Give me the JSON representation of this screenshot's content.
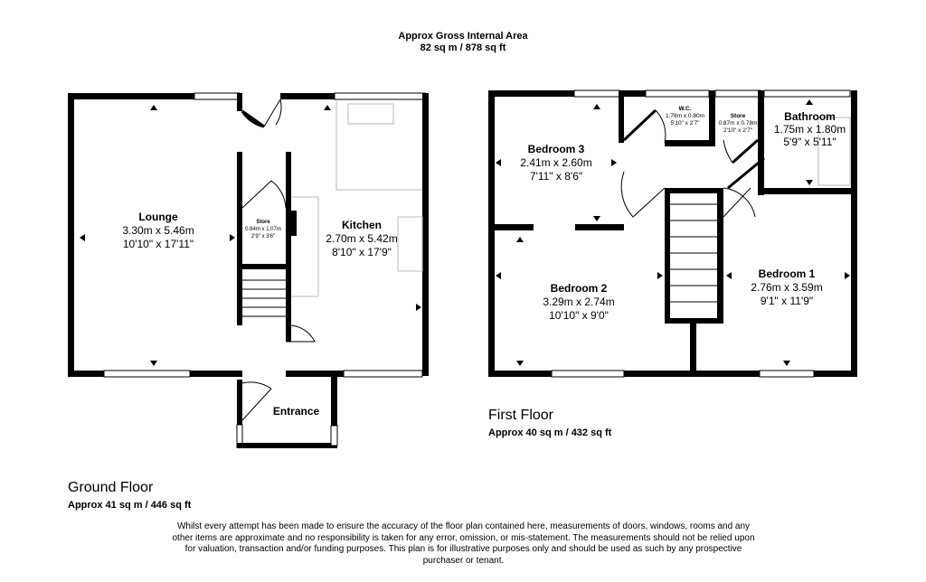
{
  "header": {
    "title": "Approx Gross Internal Area",
    "area": "82 sq m / 878 sq ft"
  },
  "ground_floor": {
    "label": "Ground Floor",
    "area": "Approx 41 sq m / 446 sq ft",
    "rooms": {
      "lounge": {
        "name": "Lounge",
        "metric": "3.30m x 5.46m",
        "imperial": "10'10\" x 17'11\""
      },
      "kitchen": {
        "name": "Kitchen",
        "metric": "2.70m x 5.42m",
        "imperial": "8'10\" x 17'9\""
      },
      "store": {
        "name": "Store",
        "metric": "0.84m x 1.07m",
        "imperial": "2'9\" x 3'6\""
      },
      "entrance": {
        "name": "Entrance"
      }
    }
  },
  "first_floor": {
    "label": "First Floor",
    "area": "Approx 40 sq m / 432 sq ft",
    "rooms": {
      "bedroom3": {
        "name": "Bedroom 3",
        "metric": "2.41m x 2.60m",
        "imperial": "7'11\" x 8'6\""
      },
      "bedroom2": {
        "name": "Bedroom 2",
        "metric": "3.29m x 2.74m",
        "imperial": "10'10\" x 9'0\""
      },
      "bedroom1": {
        "name": "Bedroom 1",
        "metric": "2.76m x 3.59m",
        "imperial": "9'1\" x 11'9\""
      },
      "wc": {
        "name": "W.C.",
        "metric": "1.78m x 0.80m",
        "imperial": "5'10\" x 2'7\""
      },
      "store": {
        "name": "Store",
        "metric": "0.87m x 0.78m",
        "imperial": "2'10\" x 2'7\""
      },
      "bathroom": {
        "name": "Bathroom",
        "metric": "1.75m x 1.80m",
        "imperial": "5'9\" x 5'11\""
      }
    }
  },
  "disclaimer": "Whilst every attempt has been made to ensure the accuracy of the floor plan contained here, measurements of doors, windows, rooms and any other items are approximate and no responsibility is taken for any error, omission, or mis-statement. The measurements should not be relied upon for valuation, transaction and/or funding purposes. This plan is for illustrative purposes only and should be used as such by any prospective purchaser or tenant."
}
